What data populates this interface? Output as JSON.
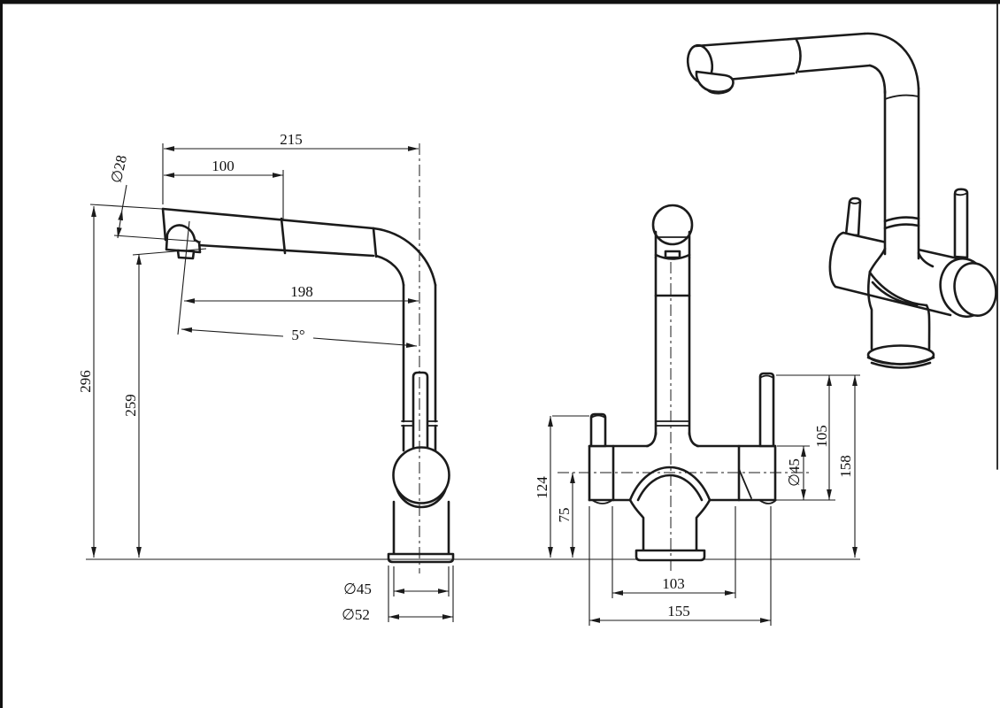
{
  "drawing": {
    "type": "technical-drawing",
    "subject": "kitchen mixer tap with pull-out spout, three orthographic/perspective views",
    "colors": {
      "background": "#ffffff",
      "line": "#1b1b1b"
    },
    "side": {
      "total_length": "215",
      "pullout_length": "100",
      "spout_diameter": "∅28",
      "outlet_reach": "198",
      "spout_angle": "5°",
      "overall_height": "296",
      "outlet_height": "259",
      "body_diameter": "∅45",
      "base_diameter": "∅52"
    },
    "front": {
      "left_handle_height": "124",
      "center_height": "75",
      "port_spacing": "103",
      "overall_width": "155",
      "right_handle_height": "105",
      "body_diameter": "∅45",
      "overall_height": "158"
    }
  }
}
